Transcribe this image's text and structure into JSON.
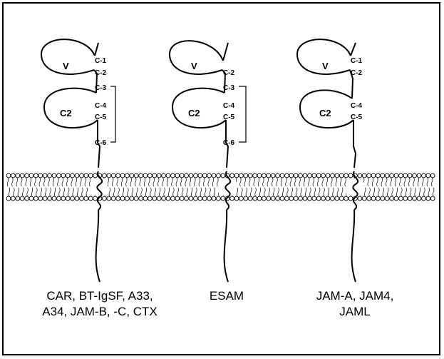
{
  "proteins": [
    {
      "id": "car-group",
      "domains": [
        "V",
        "C2"
      ],
      "cysteines": [
        "C-1",
        "C-2",
        "C-3",
        "C-4",
        "C-5",
        "C-6"
      ],
      "caption": [
        "CAR, BT-IgSF, A33,",
        "A34, JAM-B, -C, CTX"
      ]
    },
    {
      "id": "esam",
      "domains": [
        "V",
        "C2"
      ],
      "cysteines": [
        "C-2",
        "C-3",
        "C-4",
        "C-5",
        "C-6"
      ],
      "caption": [
        "ESAM"
      ]
    },
    {
      "id": "jam-group",
      "domains": [
        "V",
        "C2"
      ],
      "cysteines": [
        "C-1",
        "C-2",
        "C-4",
        "C-5"
      ],
      "caption": [
        "JAM-A, JAM4,",
        "JAML"
      ]
    }
  ]
}
